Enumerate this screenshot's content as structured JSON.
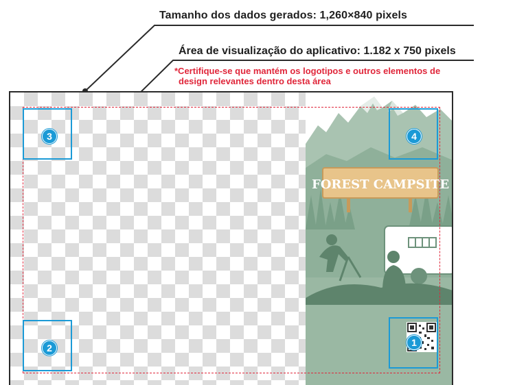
{
  "labels": {
    "generated_size": "Tamanho dos dados gerados: 1,260×840 pixels",
    "app_view_area": "Área de visualização do aplicativo: 1.182 x 750 pixels",
    "note_line1": "*Certifique-se que mantém os logotipos e outros elementos de",
    "note_line2": "design relevantes dentro desta área"
  },
  "artwork": {
    "sign_text": "FOREST CAMPSITE"
  },
  "markers": [
    "1",
    "2",
    "3",
    "4"
  ],
  "colors": {
    "accent_blue": "#1b9ad6",
    "warning_red": "#e0263a",
    "scene_green": "#8fb09a",
    "sign_wood": "#e8c48a"
  },
  "icons": {
    "qr": "qr-code-icon",
    "tent_scene": "mountain-campsite-illustration"
  }
}
